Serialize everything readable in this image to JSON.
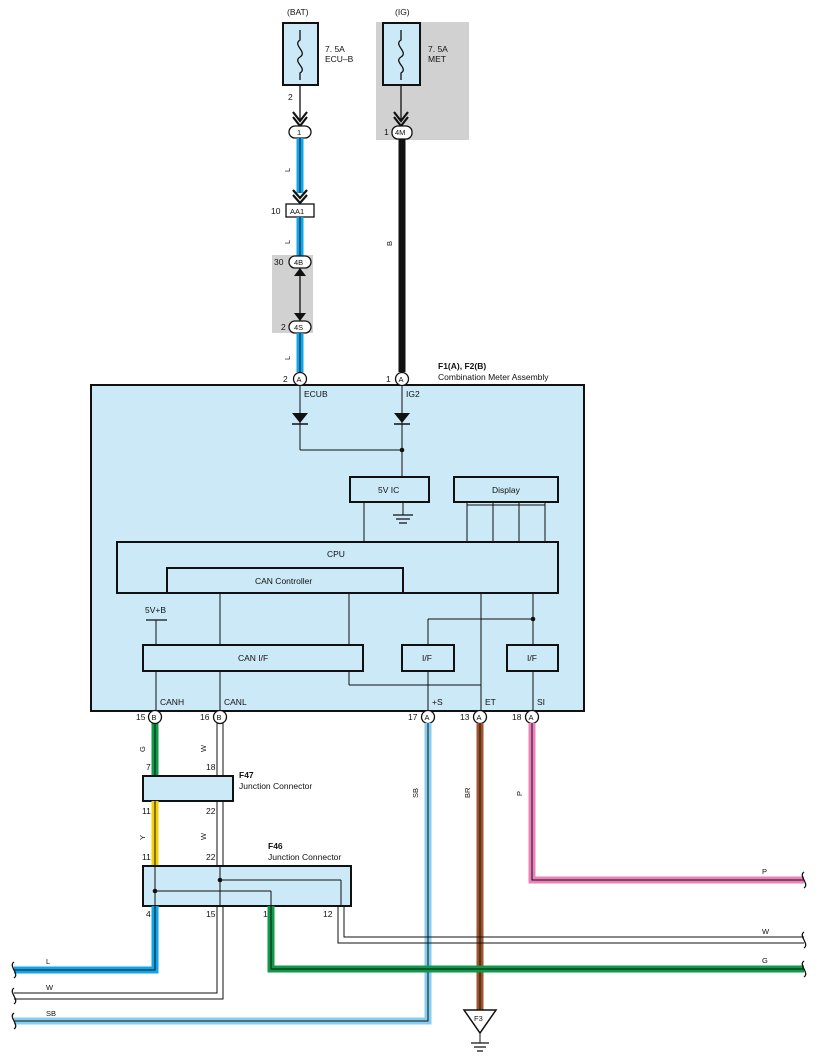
{
  "fuses": [
    {
      "source": "(BAT)",
      "rating": "7. 5A",
      "name": "ECU–B",
      "pin": "2"
    },
    {
      "source": "(IG)",
      "rating": "7. 5A",
      "name": "MET",
      "pin": "1"
    }
  ],
  "connectors_top": {
    "bat_conn": "1",
    "ig_conn": "4M",
    "aa1_pin": "10",
    "aa1_name": "AA1",
    "c4b_pin": "30",
    "c4b_name": "4B",
    "c4s_pin": "2",
    "c4s_name": "4S"
  },
  "wire_colors": {
    "L": "L",
    "B": "B",
    "G": "G",
    "W": "W",
    "Y": "Y",
    "SB": "SB",
    "BR": "BR",
    "P": "P"
  },
  "colors": {
    "L": "#0ea5e9",
    "B": "#111111",
    "G": "#0e9a48",
    "W": "#ffffff",
    "Y": "#f5d000",
    "SB": "#87cdf0",
    "BR": "#a0522d",
    "P": "#ec80b8",
    "module_fill": "#cce9f8",
    "shade": "#d1d1d1"
  },
  "meter": {
    "title_code": "F1(A), F2(B)",
    "title_name": "Combination Meter Assembly",
    "pin_top1_num": "2",
    "pin_top1_conn": "A",
    "pin_top1_label": "ECUB",
    "pin_top2_num": "1",
    "pin_top2_conn": "A",
    "pin_top2_label": "IG2",
    "ic_label": "5V IC",
    "display_label": "Display",
    "cpu_label": "CPU",
    "can_controller_label": "CAN Controller",
    "supply_label": "5V+B",
    "can_if_label": "CAN I/F",
    "if1_label": "I/F",
    "if2_label": "I/F",
    "bottom_pins": [
      {
        "num": "15",
        "conn": "B",
        "label": "CANH"
      },
      {
        "num": "16",
        "conn": "B",
        "label": "CANL"
      },
      {
        "num": "17",
        "conn": "A",
        "label": "+S"
      },
      {
        "num": "13",
        "conn": "A",
        "label": "ET"
      },
      {
        "num": "18",
        "conn": "A",
        "label": "SI"
      }
    ]
  },
  "f47": {
    "code": "F47",
    "name": "Junction Connector",
    "top_pins": [
      "7",
      "18"
    ],
    "bottom_pins": [
      "11",
      "22"
    ]
  },
  "f46": {
    "code": "F46",
    "name": "Junction Connector",
    "top_pins": [
      "11",
      "22"
    ],
    "bottom_pins": [
      "4",
      "15",
      "1",
      "12"
    ]
  },
  "ground": {
    "label": "F3"
  }
}
